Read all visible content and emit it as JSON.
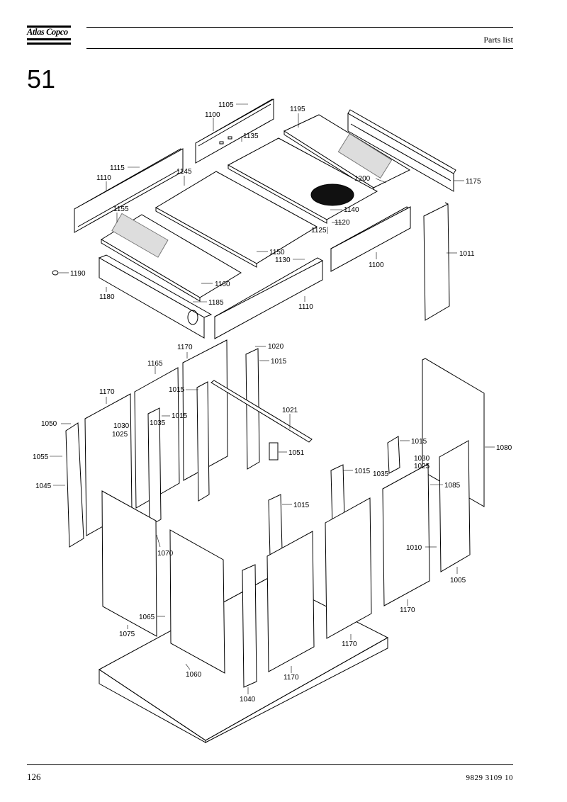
{
  "header": {
    "brand": "Atlas Copco",
    "title": "Parts list"
  },
  "section_number": "51",
  "footer": {
    "page_number": "126",
    "document_number": "9829 3109 10"
  },
  "callouts": {
    "c1105": "1105",
    "c1100a": "1100",
    "c1135": "1135",
    "c1195": "1195",
    "c1115": "1115",
    "c1110a": "1110",
    "c1145": "1145",
    "c1200": "1200",
    "c1175": "1175",
    "c1155": "1155",
    "c1140": "1140",
    "c1120": "1120",
    "c1125": "1125",
    "c1011": "1011",
    "c1150": "1150",
    "c1130": "1130",
    "c1100b": "1100",
    "c1190": "1190",
    "c1160": "1160",
    "c1180": "1180",
    "c1185": "1185",
    "c1110b": "1110",
    "c1170a": "1170",
    "c1020": "1020",
    "c1165": "1165",
    "c1015a": "1015",
    "c1015b": "1015",
    "c1170b": "1170",
    "c1021": "1021",
    "c1050": "1050",
    "c1030a": "1030",
    "c1035a": "1035",
    "c1015c": "1015",
    "c1025a": "1025",
    "c1080": "1080",
    "c1051": "1051",
    "c1055": "1055",
    "c1015d": "1015",
    "c1015e": "1015",
    "c1030b": "1030",
    "c1025b": "1025",
    "c1035b": "1035",
    "c1045": "1045",
    "c1085": "1085",
    "c1015f": "1015",
    "c1070": "1070",
    "c1010": "1010",
    "c1005": "1005",
    "c1170c": "1170",
    "c1065": "1065",
    "c1075": "1075",
    "c1170d": "1170",
    "c1060": "1060",
    "c1170e": "1170",
    "c1040": "1040"
  }
}
